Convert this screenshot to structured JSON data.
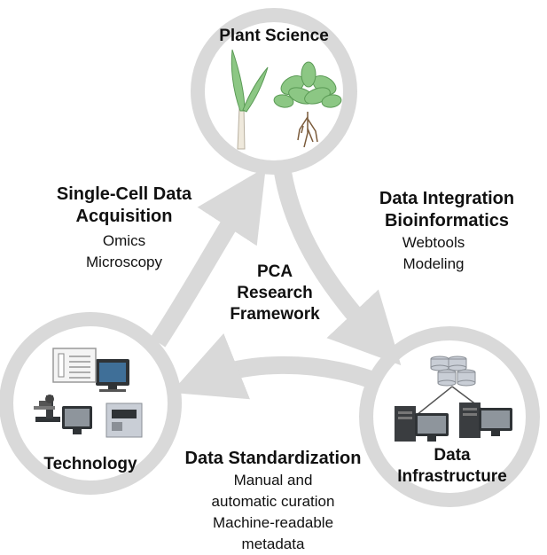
{
  "nodes": {
    "plant_science": {
      "title": "Plant Science"
    },
    "technology": {
      "title": "Technology"
    },
    "data_infrastructure": {
      "title_line1": "Data",
      "title_line2": "Infrastructure"
    }
  },
  "center": {
    "line1": "PCA",
    "line2": "Research",
    "line3": "Framework"
  },
  "edges": {
    "acquisition": {
      "title_line1": "Single-Cell Data",
      "title_line2": "Acquisition",
      "items": [
        "Omics",
        "Microscopy"
      ]
    },
    "integration": {
      "title_line1": "Data Integration",
      "title_line2": "Bioinformatics",
      "items": [
        "Webtools",
        "Modeling"
      ]
    },
    "standardization": {
      "title": "Data Standardization",
      "items": [
        "Manual and",
        "automatic curation",
        "Machine-readable",
        "metadata"
      ]
    }
  },
  "colors": {
    "ring": "#d9d9d9",
    "leaf": "#8cc784",
    "leaf_dark": "#5a9a55",
    "root": "#7a5a3a",
    "monitor": "#2f3336",
    "screen": "#3f6f98",
    "server": "#c9ced6"
  }
}
